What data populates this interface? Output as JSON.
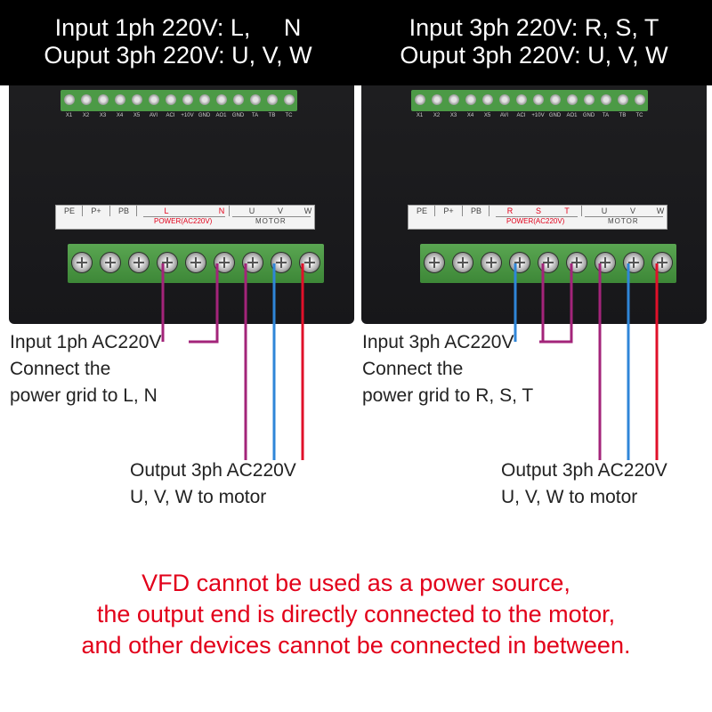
{
  "headers": {
    "left": {
      "line1": "Input 1ph 220V: L,     N",
      "line2": "Ouput 3ph 220V: U, V, W"
    },
    "right": {
      "line1": "Input 3ph 220V: R, S, T",
      "line2": "Ouput 3ph 220V: U, V, W"
    }
  },
  "control_terminals": [
    "X1",
    "X2",
    "X3",
    "X4",
    "X5",
    "AVI",
    "ACI",
    "+10V",
    "GND",
    "AO1",
    "GND",
    "TA",
    "TB",
    "TC"
  ],
  "left_plate": {
    "terminals": [
      "PE",
      "P+",
      "PB",
      "L",
      "N",
      "U",
      "V",
      "W"
    ],
    "power_label": "POWER(AC220V)",
    "motor_label": "MOTOR"
  },
  "right_plate": {
    "terminals": [
      "PE",
      "P+",
      "PB",
      "R",
      "S",
      "T",
      "U",
      "V",
      "W"
    ],
    "power_label": "POWER(AC220V)",
    "motor_label": "MOTOR"
  },
  "left_notes": {
    "input": "Input 1ph AC220V\nConnect the\npower grid to L, N",
    "output": "Output 3ph AC220V\nU, V, W to motor"
  },
  "right_notes": {
    "input": "Input 3ph AC220V\nConnect the\npower grid to R, S, T",
    "output": "Output 3ph AC220V\nU, V, W to motor"
  },
  "warning": {
    "line1": "VFD cannot be used as a power source,",
    "line2": "the output end is directly connected to the motor,",
    "line3": "and other devices cannot be connected in between."
  },
  "colors": {
    "header_bg": "#000000",
    "warning_red": "#e2001a",
    "wire_purple": "#a3247a",
    "wire_blue": "#2f86d8",
    "wire_red": "#e0102a",
    "terminal_green": "#4c9a46"
  }
}
